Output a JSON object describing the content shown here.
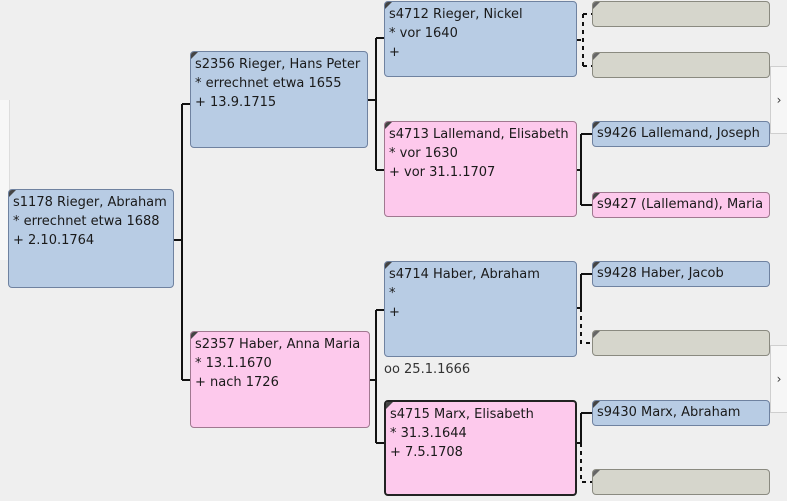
{
  "people": {
    "root": {
      "name": "s1178 Rieger, Abraham",
      "born": "* errechnet etwa 1688",
      "died": "+ 2.10.1764",
      "sex": "male"
    },
    "father": {
      "name": "s2356 Rieger, Hans Peter",
      "born": "* errechnet etwa 1655",
      "died": "+ 13.9.1715",
      "sex": "male"
    },
    "mother": {
      "name": "s2357 Haber, Anna Maria",
      "born": "* 13.1.1670",
      "died": "+ nach 1726",
      "sex": "female"
    },
    "ff": {
      "name": "s4712 Rieger, Nickel",
      "born": "* vor 1640",
      "died": "+",
      "sex": "male"
    },
    "fm": {
      "name": "s4713 Lallemand, Elisabeth",
      "born": "* vor 1630",
      "died": "+ vor 31.1.1707",
      "sex": "female"
    },
    "mf": {
      "name": "s4714 Haber, Abraham",
      "born": "*",
      "died": "+",
      "sex": "male"
    },
    "mm": {
      "name": "s4715 Marx, Elisabeth",
      "born": "* 31.3.1644",
      "died": "+ 7.5.1708",
      "sex": "female"
    },
    "fmf": {
      "name": "s9426 Lallemand, Joseph"
    },
    "fmm": {
      "name": "s9427 (Lallemand), Maria"
    },
    "mff": {
      "name": "s9428 Haber, Jacob"
    },
    "mmf": {
      "name": "s9430 Marx, Abraham"
    }
  },
  "marriage_mother_parents": "oo 25.1.1666",
  "nav": {
    "next_label": "›"
  },
  "colors": {
    "male": "#b8cce4",
    "female": "#fdc9ec",
    "empty": "#d6d6cc",
    "line": "#111111"
  }
}
